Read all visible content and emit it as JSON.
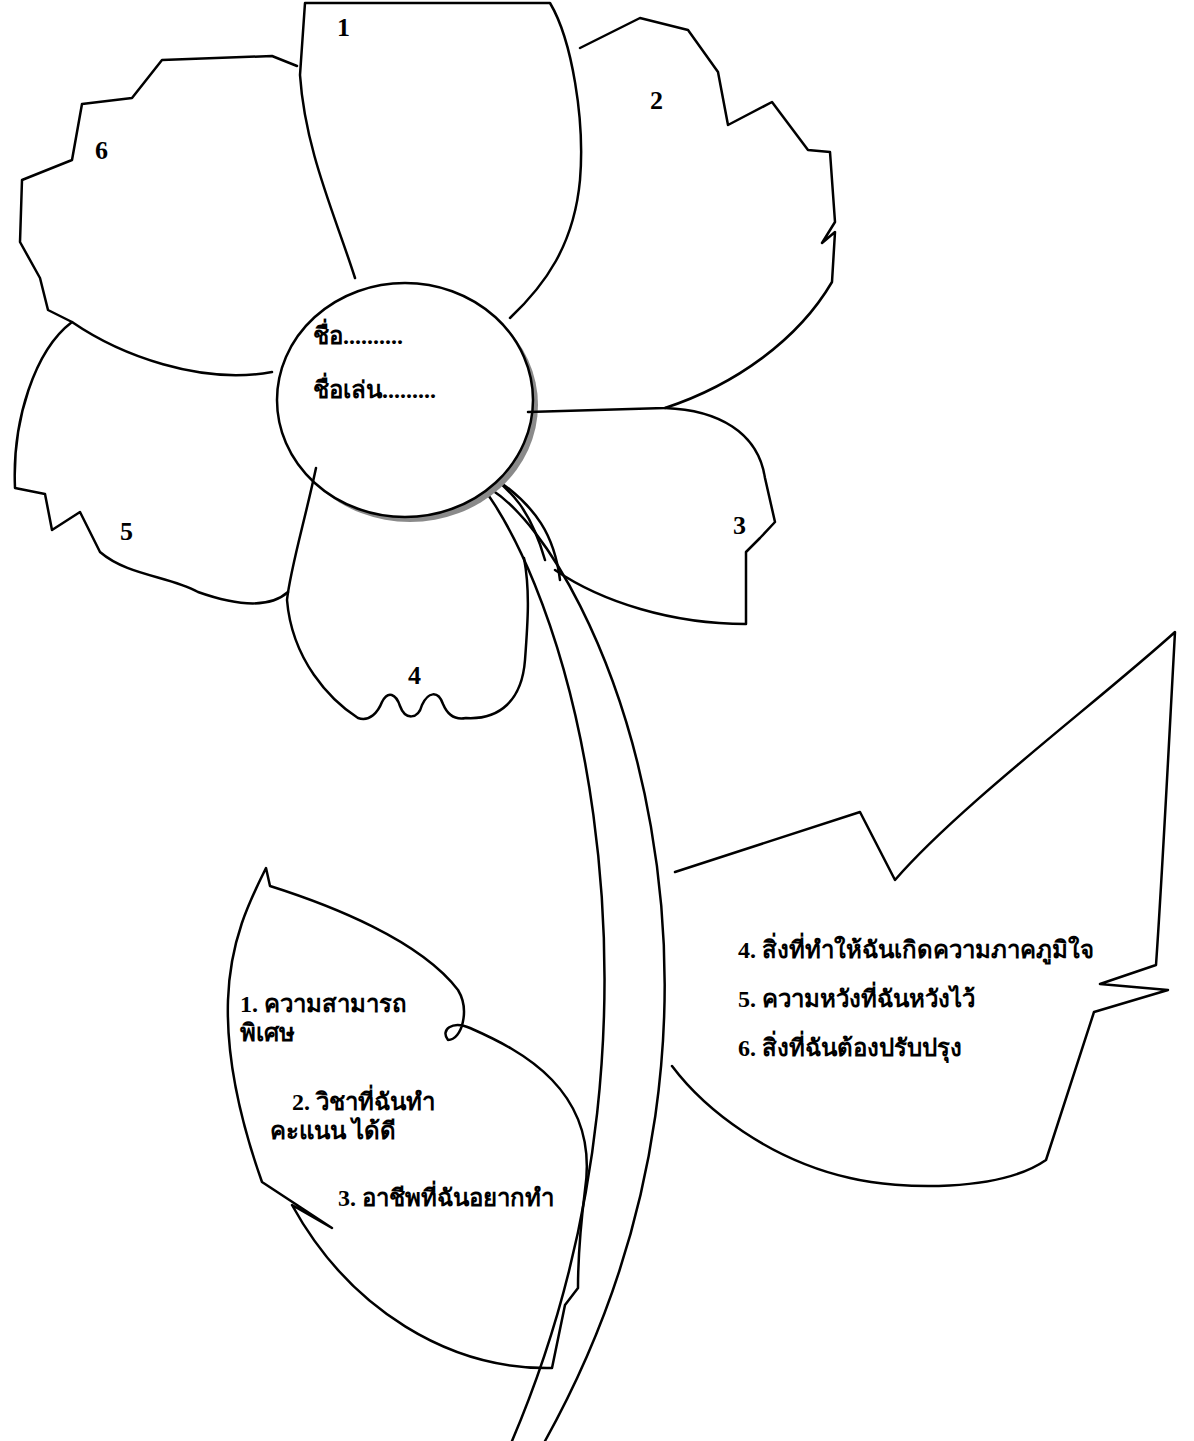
{
  "diagram": {
    "nodes": [
      {
        "text": [
          "ชื่อ..........",
          "ชื่อเล่น........."
        ]
      },
      {
        "text": [
          "1"
        ]
      },
      {
        "text": [
          "2"
        ]
      },
      {
        "text": [
          "3"
        ]
      },
      {
        "text": [
          "4"
        ]
      },
      {
        "text": [
          "5"
        ]
      },
      {
        "text": [
          "6"
        ]
      },
      {
        "text": [
          "1. ความสามารถ พิเศษ",
          "2. วิชาที่ฉันทำคะแนน ได้ดี",
          "3. อาชีพที่ฉันอยากทำ"
        ]
      },
      {
        "text": [
          "4. สิ่งที่ทำให้ฉันเกิดความภาคภูมิใจ",
          "5. ความหวังที่ฉันหวังไว้",
          "6. สิ่งที่ฉันต้องปรับปรุง"
        ]
      }
    ]
  }
}
